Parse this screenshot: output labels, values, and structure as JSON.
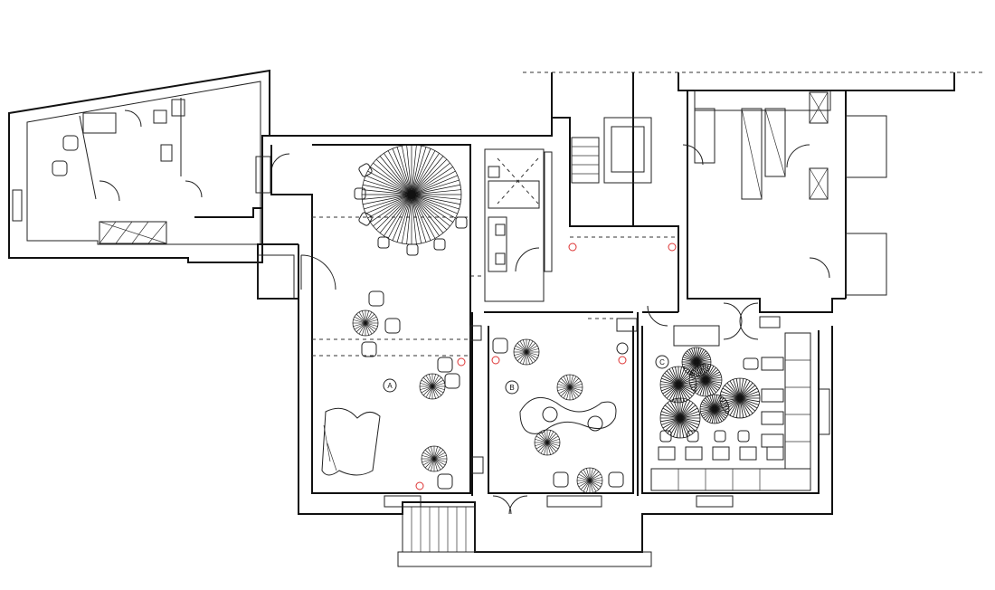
{
  "plan": {
    "zone_labels": [
      "A",
      "B",
      "C"
    ],
    "colors": {
      "line": "#111111",
      "sensor": "#dd3333",
      "background": "#ffffff"
    },
    "icons": [
      "chandelier-icon",
      "chair-icon",
      "table-icon",
      "toilet-icon",
      "sink-icon",
      "elevator-icon",
      "stair-icon",
      "door-swing-icon",
      "fire-sensor-icon"
    ]
  }
}
